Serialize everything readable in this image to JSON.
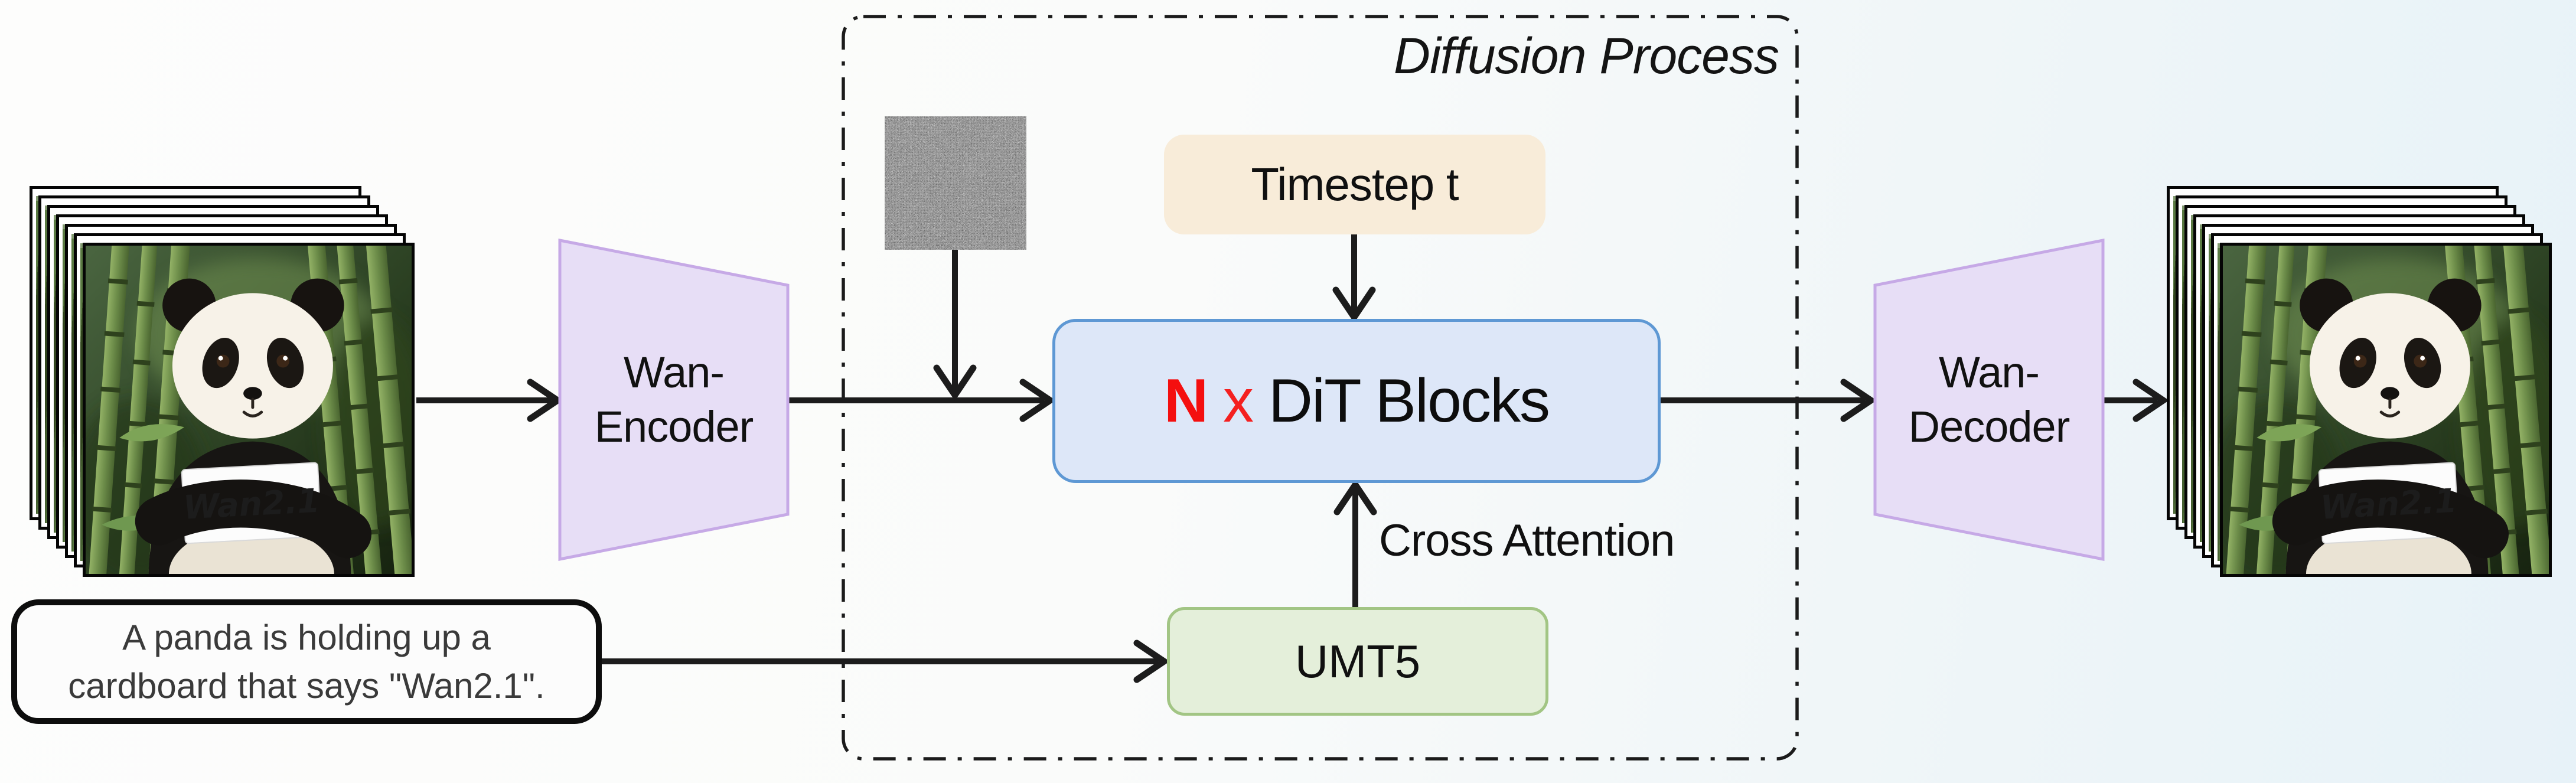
{
  "diagram": {
    "title_label": "Diffusion Process"
  },
  "io": {
    "input_stack": {
      "sign_text": "Wan2.1",
      "frames_count": 7
    },
    "output_stack": {
      "sign_text": "Wan2.1",
      "frames_count": 7
    },
    "prompt_box": {
      "line1": "A panda is holding up a",
      "line2": "cardboard that says \"Wan2.1\"."
    }
  },
  "nodes": {
    "encoder": {
      "line1": "Wan-",
      "line2": "Encoder"
    },
    "decoder": {
      "line1": "Wan-",
      "line2": "Decoder"
    },
    "dit": {
      "multiplier": "N",
      "times": " x ",
      "label": "DiT Blocks"
    },
    "timestep": {
      "label": "Timestep t"
    },
    "umt5": {
      "label": "UMT5"
    },
    "noise": {
      "name": "gaussian-noise-image"
    }
  },
  "labels": {
    "cross_attention": "Cross Attention"
  },
  "colors": {
    "dit_fill": "#dde7f8",
    "dit_border": "#5e98d4",
    "dit_accent_red": "#f40f0f",
    "timestep_fill": "#f8ecd9",
    "umt5_fill": "#e4efda",
    "umt5_border": "#a2c584",
    "vae_fill": "#e7def6",
    "vae_border": "#c6a9e6",
    "arrow": "#1c1c1c",
    "background_left": "#fdfdfc",
    "background_right": "#e9f4f9"
  }
}
